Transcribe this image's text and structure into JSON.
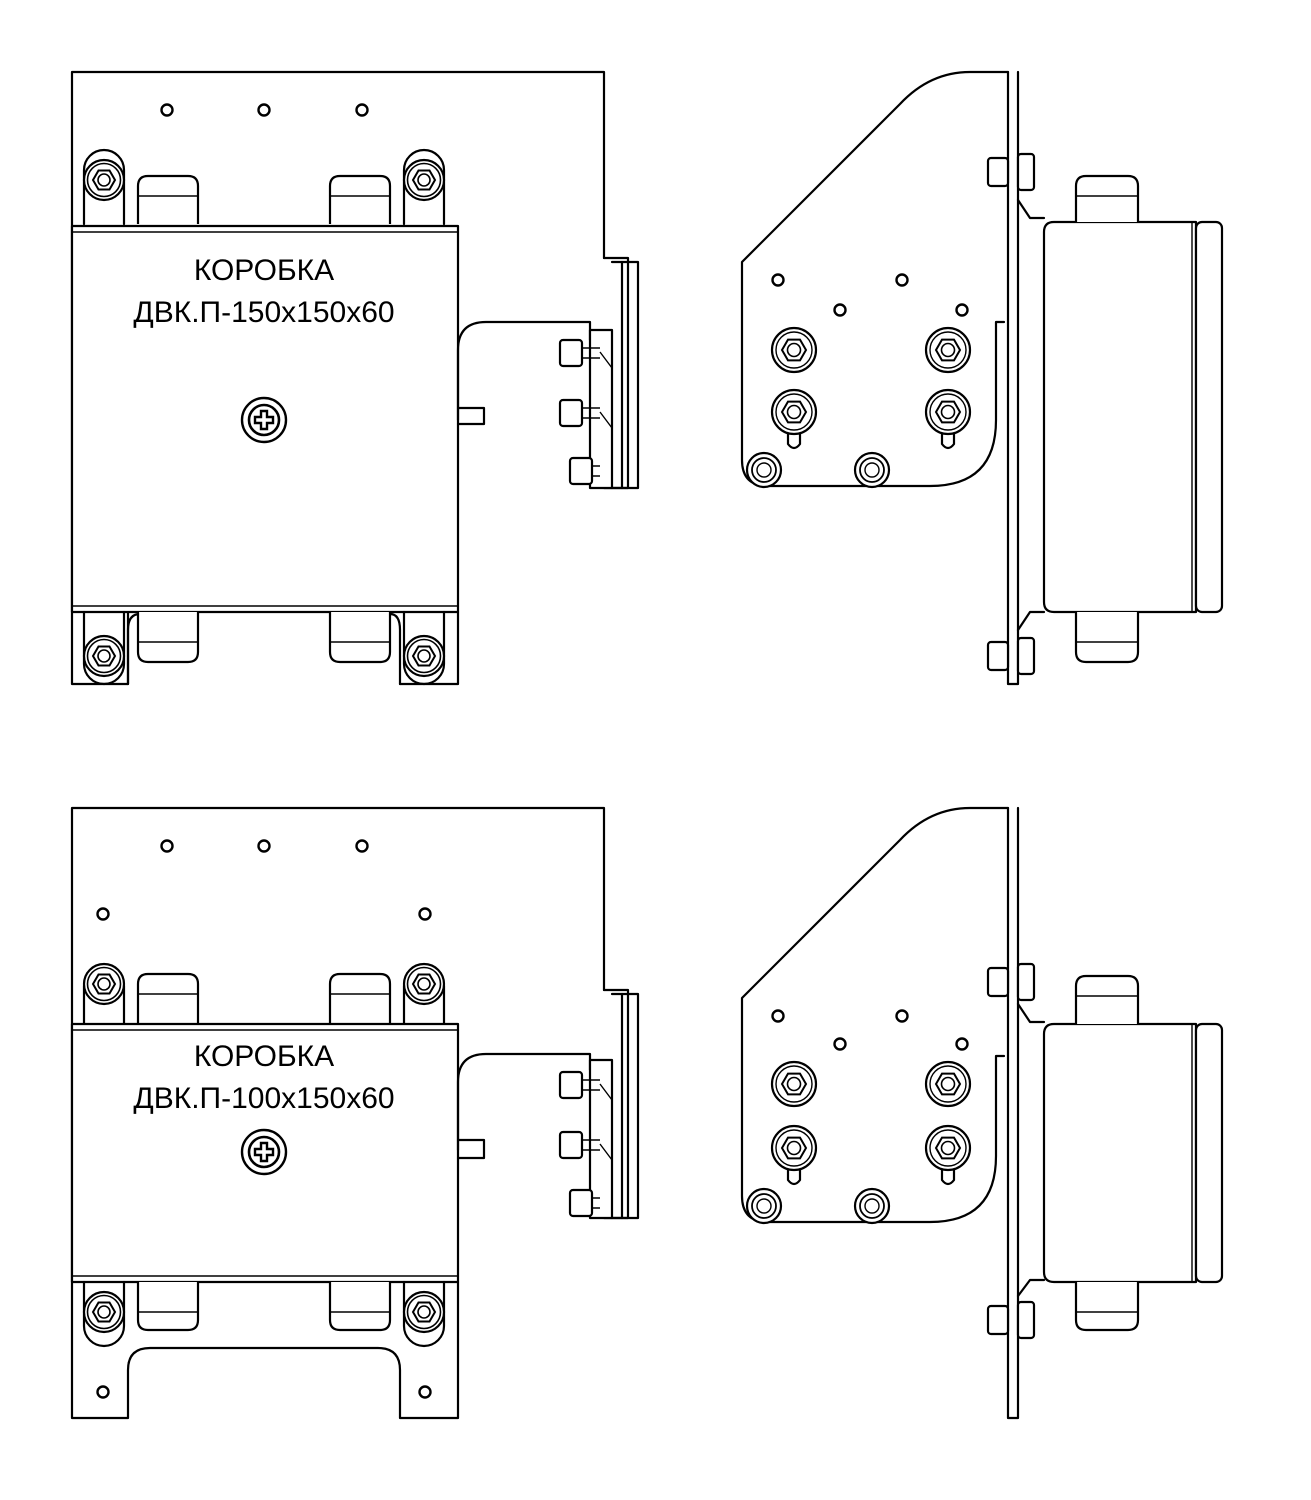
{
  "assemblies": [
    {
      "label_line1": "КОРОБКА",
      "label_line2": "ДВК.П-150х150х60"
    },
    {
      "label_line1": "КОРОБКА",
      "label_line2": "ДВК.П-100х150х60"
    }
  ]
}
